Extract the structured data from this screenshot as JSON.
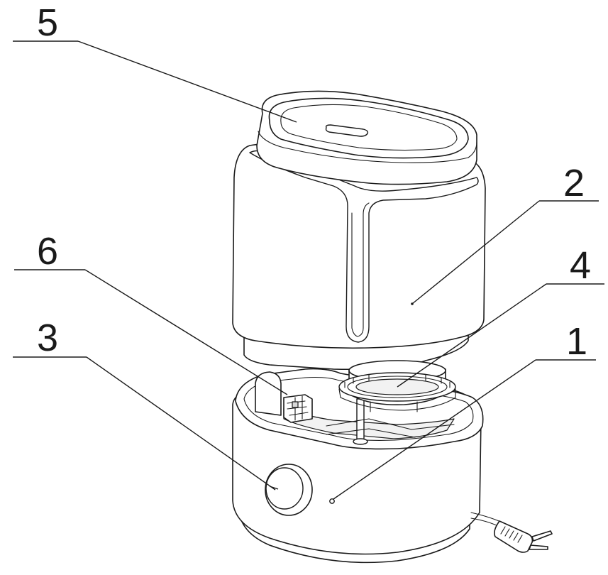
{
  "callouts": [
    {
      "id": "5",
      "text": "5"
    },
    {
      "id": "2",
      "text": "2"
    },
    {
      "id": "6",
      "text": "6"
    },
    {
      "id": "4",
      "text": "4"
    },
    {
      "id": "3",
      "text": "3"
    },
    {
      "id": "1",
      "text": "1"
    }
  ],
  "colors": {
    "line": "#1a1a1a",
    "background": "#ffffff"
  }
}
